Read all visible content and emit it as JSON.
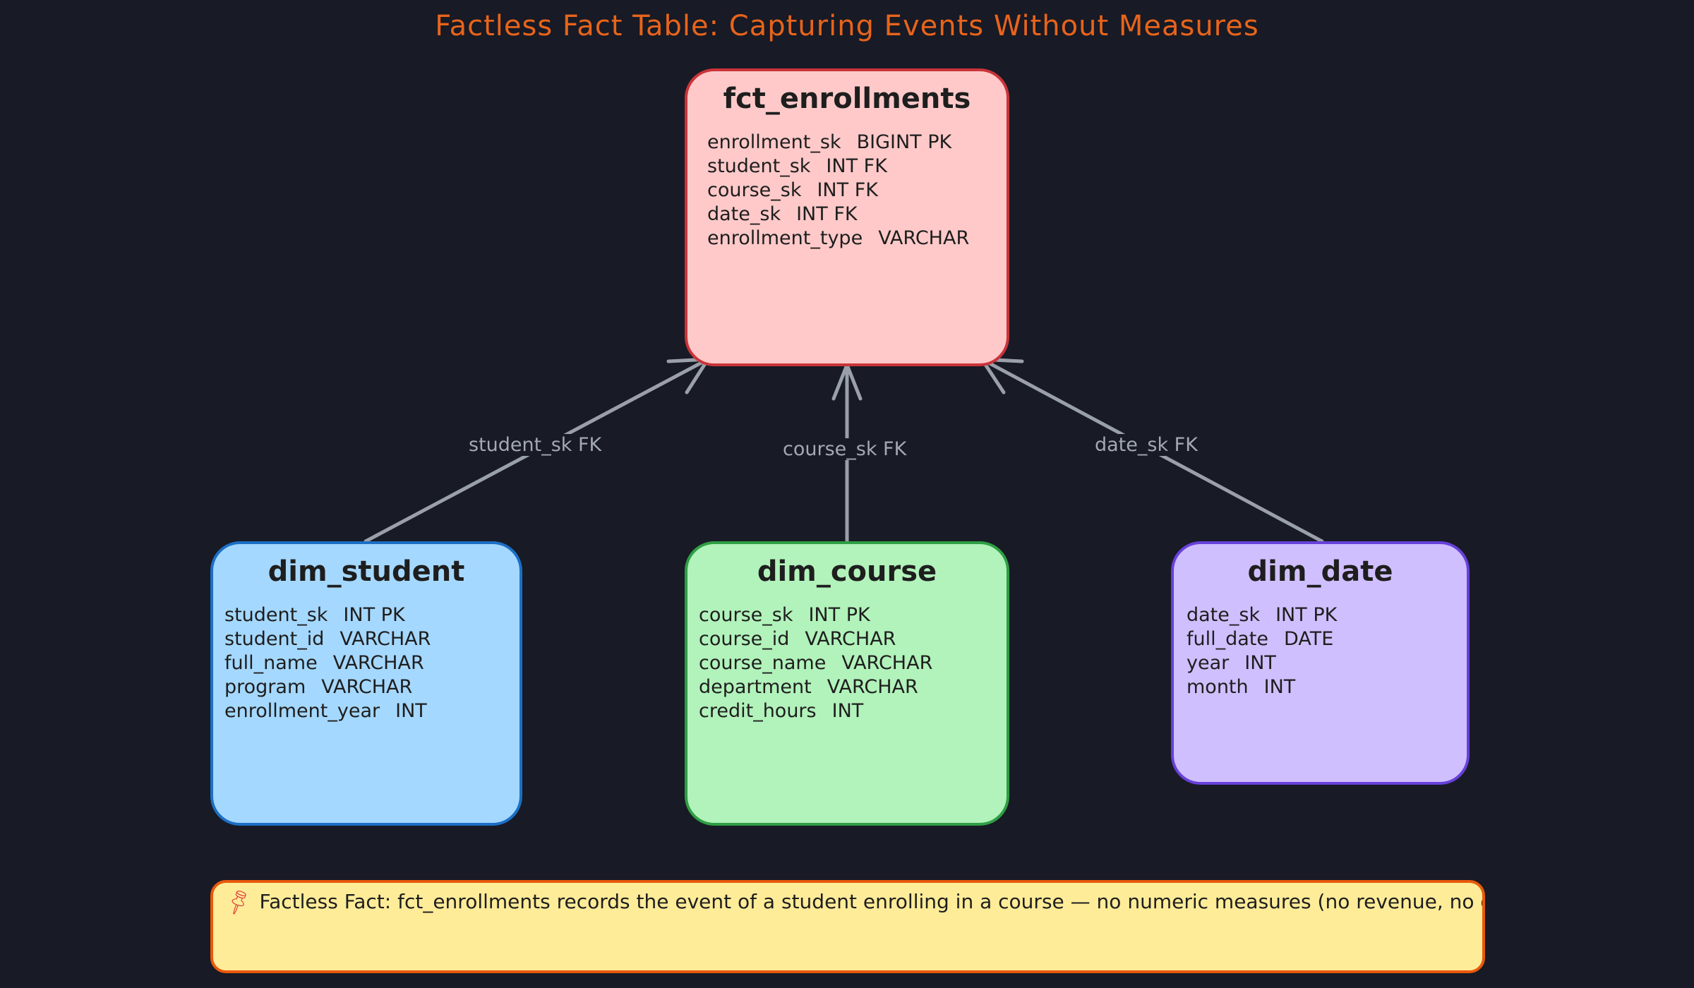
{
  "title": "Factless Fact Table: Capturing Events Without Measures",
  "colors": {
    "background": "#181a25",
    "title": "#e8641b",
    "edge": "#9aa0aa",
    "fact_fill": "#ffc9c9",
    "fact_border": "#c9343a",
    "student_fill": "#a5d8ff",
    "student_border": "#1c6fc4",
    "course_fill": "#b2f2bb",
    "course_border": "#2f9e44",
    "date_fill": "#d0bfff",
    "date_border": "#6741d9",
    "note_fill": "#ffec99",
    "note_border": "#e8590c"
  },
  "fact_table": {
    "name": "fct_enrollments",
    "columns": [
      {
        "name": "enrollment_sk",
        "type": "BIGINT PK"
      },
      {
        "name": "student_sk",
        "type": "INT FK"
      },
      {
        "name": "course_sk",
        "type": "INT FK"
      },
      {
        "name": "date_sk",
        "type": "INT FK"
      },
      {
        "name": "enrollment_type",
        "type": "VARCHAR"
      }
    ]
  },
  "dimensions": [
    {
      "name": "dim_student",
      "columns": [
        {
          "name": "student_sk",
          "type": "INT PK"
        },
        {
          "name": "student_id",
          "type": "VARCHAR"
        },
        {
          "name": "full_name",
          "type": "VARCHAR"
        },
        {
          "name": "program",
          "type": "VARCHAR"
        },
        {
          "name": "enrollment_year",
          "type": "INT"
        }
      ]
    },
    {
      "name": "dim_course",
      "columns": [
        {
          "name": "course_sk",
          "type": "INT PK"
        },
        {
          "name": "course_id",
          "type": "VARCHAR"
        },
        {
          "name": "course_name",
          "type": "VARCHAR"
        },
        {
          "name": "department",
          "type": "VARCHAR"
        },
        {
          "name": "credit_hours",
          "type": "INT"
        }
      ]
    },
    {
      "name": "dim_date",
      "columns": [
        {
          "name": "date_sk",
          "type": "INT PK"
        },
        {
          "name": "full_date",
          "type": "DATE"
        },
        {
          "name": "year",
          "type": "INT"
        },
        {
          "name": "month",
          "type": "INT"
        }
      ]
    }
  ],
  "relationships": [
    {
      "from": "dim_student",
      "to": "fct_enrollments",
      "label": "student_sk FK"
    },
    {
      "from": "dim_course",
      "to": "fct_enrollments",
      "label": "course_sk FK"
    },
    {
      "from": "dim_date",
      "to": "fct_enrollments",
      "label": "date_sk FK"
    }
  ],
  "note": {
    "icon": "pushpin-icon",
    "text": "Factless Fact: fct_enrollments records the event of a student enrolling in a course — no numeric measures (no revenue, no quantity). Useful for counting"
  }
}
